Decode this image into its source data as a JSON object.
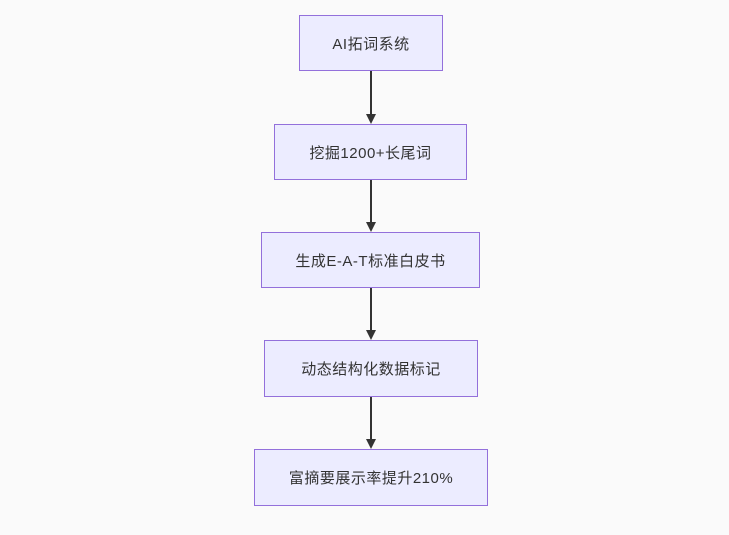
{
  "diagram": {
    "type": "flowchart",
    "direction": "top-down",
    "nodes": [
      {
        "id": "n1",
        "label": "AI拓词系统"
      },
      {
        "id": "n2",
        "label": "挖掘1200+长尾词"
      },
      {
        "id": "n3",
        "label": "生成E-A-T标准白皮书"
      },
      {
        "id": "n4",
        "label": "动态结构化数据标记"
      },
      {
        "id": "n5",
        "label": "富摘要展示率提升210%"
      }
    ],
    "edges": [
      {
        "from": "n1",
        "to": "n2",
        "style": "arrow-down"
      },
      {
        "from": "n2",
        "to": "n3",
        "style": "arrow-down"
      },
      {
        "from": "n3",
        "to": "n4",
        "style": "arrow-down"
      },
      {
        "from": "n4",
        "to": "n5",
        "style": "arrow-down"
      }
    ],
    "colors": {
      "node_fill": "#ECECFF",
      "node_border": "#9370DB",
      "node_text": "#333333",
      "edge": "#333333",
      "background": "#fafafa"
    }
  }
}
